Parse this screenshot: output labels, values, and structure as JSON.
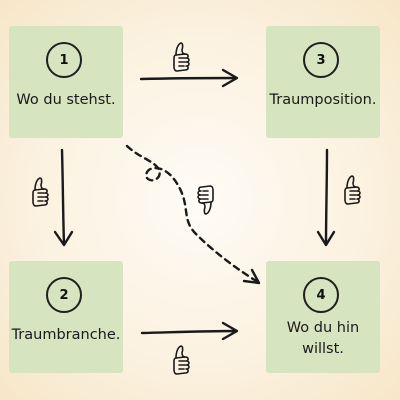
{
  "steps": [
    {
      "number": "1",
      "label": "Wo du stehst."
    },
    {
      "number": "2",
      "label": "Traumbranche."
    },
    {
      "number": "3",
      "label": "Traumposition."
    },
    {
      "number": "4",
      "label": "Wo du hin\nwillst."
    }
  ],
  "icons": {
    "thumb_up": "thumbs-up-icon",
    "thumb_down": "thumbs-down-icon"
  },
  "colors": {
    "box": "#d6e4bf",
    "line": "#1a1a1a",
    "background": "#fbf1df"
  }
}
